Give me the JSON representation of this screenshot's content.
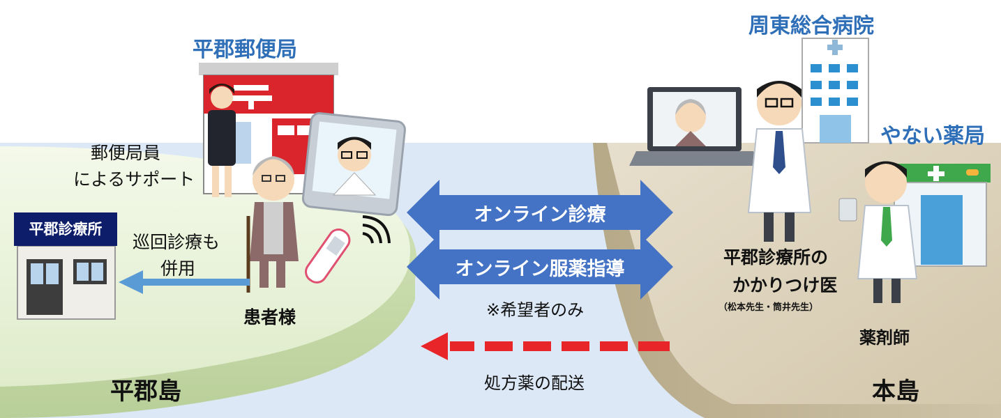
{
  "places": {
    "post_office": "平郡郵便局",
    "hospital": "周東総合病院",
    "pharmacy": "やない薬局",
    "clinic": "平郡診療所"
  },
  "islands": {
    "left": "平郡島",
    "right": "本島"
  },
  "labels": {
    "postal_support_line1": "郵便局員",
    "postal_support_line2": "によるサポート",
    "rounds_line1": "巡回診療も",
    "rounds_line2": "併用",
    "patient": "患者様",
    "doctor_line1": "平郡診療所の",
    "doctor_line2": "かかりつけ医",
    "doctor_names": "（松本先生・筒井先生）",
    "pharmacist": "薬剤師",
    "hope_only": "※希望者のみ",
    "delivery": "処方薬の配送"
  },
  "arrows": {
    "consultation": "オンライン診療",
    "medication_guidance": "オンライン服薬指導"
  },
  "colors": {
    "arrow_blue": "#4472c4",
    "title_blue": "#2f6fb8",
    "delivery_red": "#e8262a",
    "rounds_arrow": "#5b9bd5",
    "left_island": "#e8f2d8",
    "right_island": "#d8cdb6",
    "water": "#dce8f6"
  }
}
